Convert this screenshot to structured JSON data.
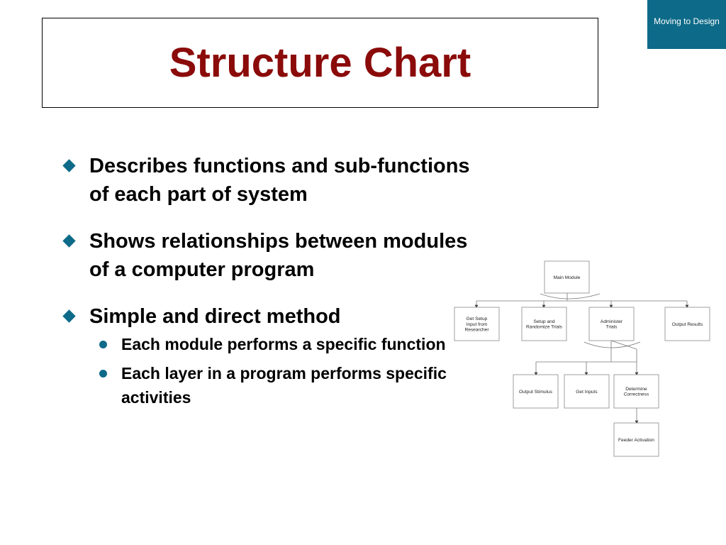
{
  "slide": {
    "title": "Structure Chart",
    "tag": "Moving to Design",
    "accent_color": "#0d6a88",
    "title_color": "#8b0a0a"
  },
  "bullets": [
    {
      "text": "Describes functions and sub-functions of each part of system"
    },
    {
      "text": "Shows relationships between modules of a computer program"
    },
    {
      "text": "Simple and direct method",
      "sub": [
        {
          "text": "Each module performs a specific function"
        },
        {
          "text": "Each layer in a program performs specific activities"
        }
      ]
    }
  ],
  "diagram": {
    "nodes": {
      "main": [
        "Main Module"
      ],
      "get_setup": [
        "Get Setup",
        "Input from",
        "Researcher"
      ],
      "setup_randomize": [
        "Setup and",
        "Randomize Trials"
      ],
      "administer": [
        "Administer",
        "Trials"
      ],
      "output_results": [
        "Output Results"
      ],
      "output_stimulus": [
        "Output Stimulus"
      ],
      "get_inputs": [
        "Get Inputs"
      ],
      "determine": [
        "Determine",
        "Correctness"
      ],
      "feeder": [
        "Feeder Activation"
      ]
    }
  }
}
